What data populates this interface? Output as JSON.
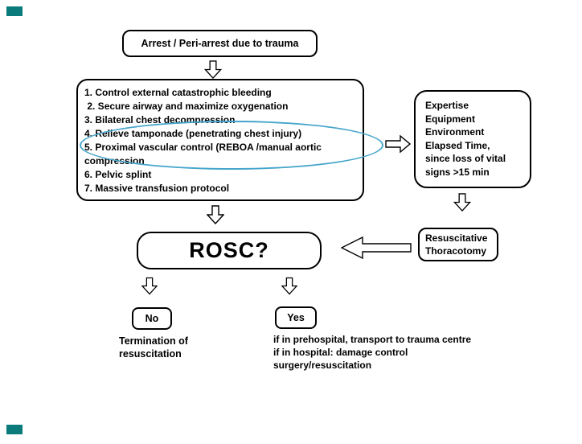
{
  "colors": {
    "teal_marker": "#0b7a7a",
    "highlight_ellipse": "#45a5cb",
    "box_border": "#000000",
    "background": "#ffffff"
  },
  "start_box": {
    "label": "Arrest / Peri-arrest due to trauma"
  },
  "interventions_box": {
    "items": [
      "1. Control external catastrophic bleeding",
      " 2. Secure airway and maximize oxygenation",
      "3. Bilateral chest decompression",
      "4. Relieve tamponade (penetrating chest injury)",
      "5. Proximal vascular control (REBOA /manual aortic\ncompression",
      "6. Pelvic splint",
      "7. Massive transfusion protocol"
    ]
  },
  "expertise_box": {
    "text": "Expertise\nEquipment\nEnvironment\nElapsed Time,\nsince loss of vital\nsigns >15 min"
  },
  "thoracotomy_box": {
    "text": "Resuscitative\nThoracotomy"
  },
  "rosc_box": {
    "label": "ROSC?"
  },
  "no_box": {
    "label": "No"
  },
  "yes_box": {
    "label": "Yes"
  },
  "no_outcome": {
    "text": "Termination of\nresuscitation"
  },
  "yes_outcome": {
    "text": "if in prehospital, transport to trauma centre\nif in hospital: damage control\nsurgery/resuscitation"
  }
}
